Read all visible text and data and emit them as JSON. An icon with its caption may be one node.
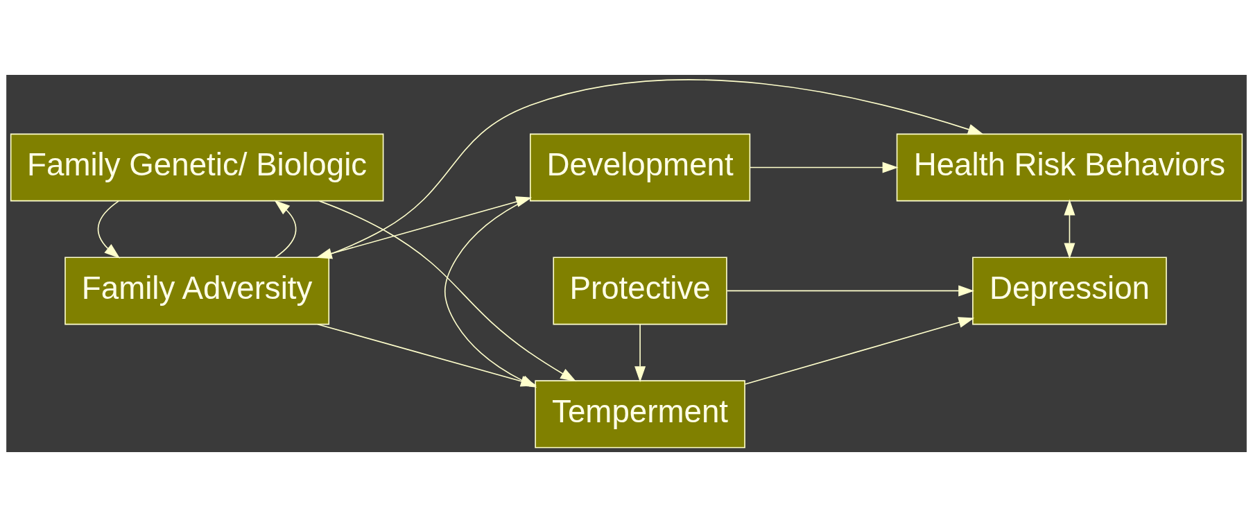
{
  "diagram": {
    "nodes": [
      {
        "text": [
          "Family Adversity"
        ]
      },
      {
        "text": [
          "Development"
        ]
      },
      {
        "text": [
          "Health Risk Behaviors"
        ]
      },
      {
        "text": [
          "Family Genetic/ Biologic"
        ]
      },
      {
        "text": [
          "Temperment"
        ]
      },
      {
        "text": [
          "Depression"
        ]
      },
      {
        "text": [
          "Protective"
        ]
      }
    ],
    "edges": [
      {
        "from": 0,
        "to": 1,
        "arrow": "both"
      },
      {
        "from": 1,
        "to": 2,
        "arrow": "to"
      },
      {
        "from": 0,
        "to": 2,
        "arrow": "to"
      },
      {
        "from": 0,
        "to": 4,
        "arrow": "to"
      },
      {
        "from": 0,
        "to": 3,
        "arrow": "to"
      },
      {
        "from": 3,
        "to": 0,
        "arrow": "to"
      },
      {
        "from": 1,
        "to": 4,
        "arrow": "to"
      },
      {
        "from": 3,
        "to": 4,
        "arrow": "to"
      },
      {
        "from": 2,
        "to": 5,
        "arrow": "both"
      },
      {
        "from": 4,
        "to": 5,
        "arrow": "to"
      },
      {
        "from": 6,
        "to": 4,
        "arrow": "to"
      },
      {
        "from": 6,
        "to": 5,
        "arrow": "to"
      }
    ]
  }
}
